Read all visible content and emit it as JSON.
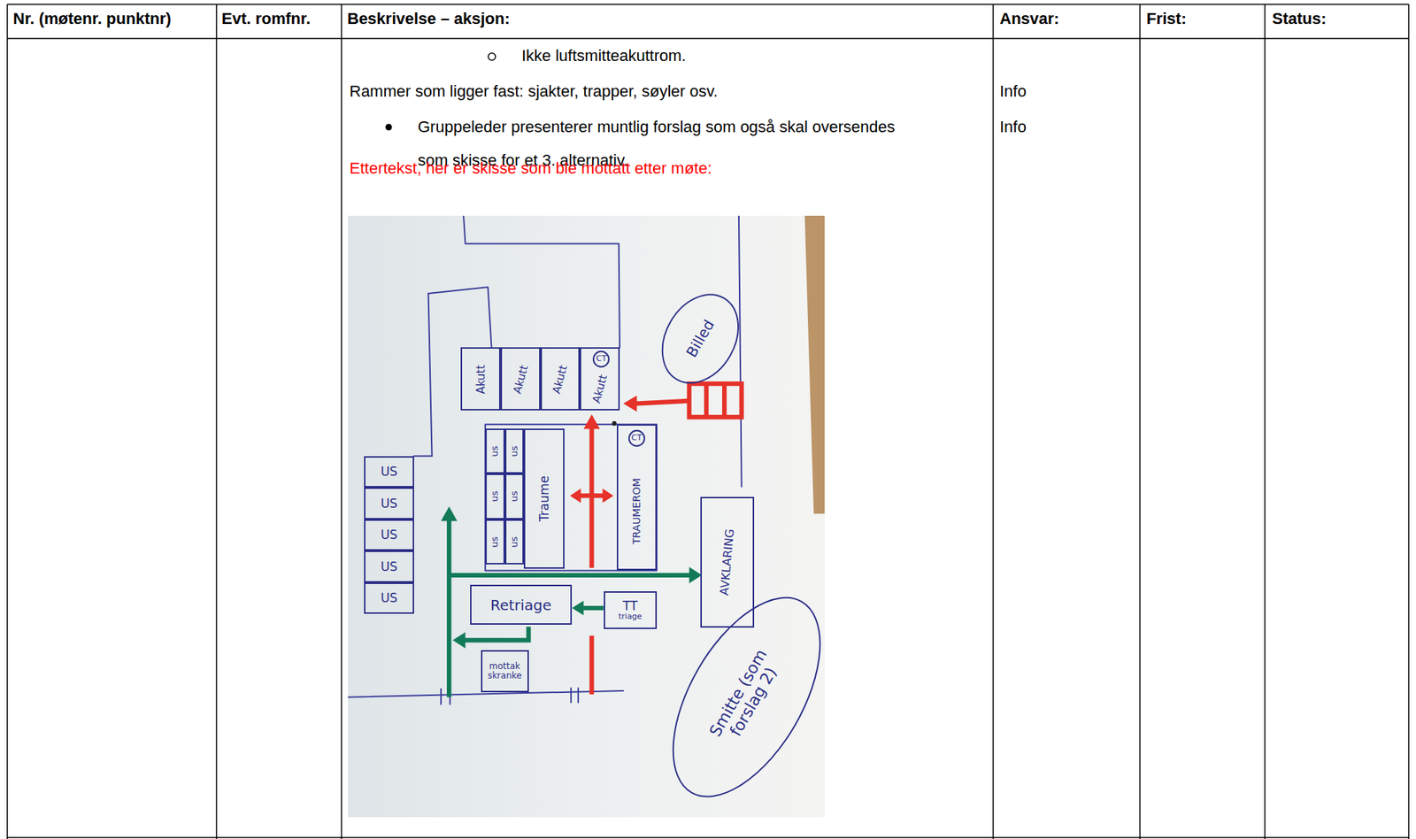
{
  "diagram": {
    "nodes": [
      {
        "text": [
          "Akutt"
        ]
      },
      {
        "text": [
          "Akutt"
        ]
      },
      {
        "text": [
          "Akutt"
        ]
      },
      {
        "text": [
          "Akutt"
        ]
      },
      {
        "text": [
          "CT"
        ],
        "in": 3
      },
      {
        "text": [
          "Billed"
        ]
      },
      {
        "text": [
          "US"
        ]
      },
      {
        "text": [
          "US"
        ]
      },
      {
        "text": [
          "US"
        ]
      },
      {
        "text": [
          "US"
        ]
      },
      {
        "text": [
          "US"
        ]
      },
      {
        "text": [
          "us"
        ]
      },
      {
        "text": [
          "us"
        ]
      },
      {
        "text": [
          "us"
        ]
      },
      {
        "text": [
          "us"
        ]
      },
      {
        "text": [
          "us"
        ]
      },
      {
        "text": [
          "us"
        ]
      },
      {
        "text": [
          "Traume"
        ]
      },
      {
        "text": [
          "TRAUMEROM"
        ]
      },
      {
        "text": [
          "CT"
        ],
        "in": 18
      },
      {
        "text": [
          "AVKLARING"
        ]
      },
      {
        "text": [
          "Retriage"
        ]
      },
      {
        "text": [
          "TT",
          "triage"
        ]
      },
      {
        "text": [
          "mottak skranke"
        ]
      },
      {
        "text": [
          "Smitte (som forslag 2)"
        ]
      }
    ],
    "edges": [
      {
        "from": 22,
        "to": 21,
        "arrow": "to"
      }
    ],
    "labels": [
      "Nr. (møtenr. punktnr)",
      "Evt. romfnr.",
      "Beskrivelse – aksjon:",
      "Ansvar:",
      "Frist:",
      "Status:",
      "Ikke luftsmitteakuttrom.",
      "Rammer som ligger fast: sjakter, trapper, søyler osv.",
      "Gruppeleder presenterer muntlig forslag som også skal oversendes som skisse for et 3. alternativ.",
      "Info",
      "Info",
      "Ettertekst, her er skisse som ble mottatt etter møte:"
    ]
  }
}
